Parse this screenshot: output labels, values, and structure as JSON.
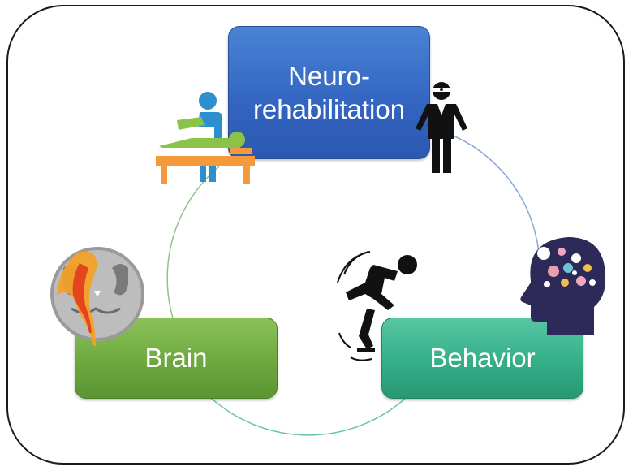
{
  "nodes": {
    "neuro": {
      "label": "Neuro-\nrehabilitation",
      "color": "#3a6fc8"
    },
    "brain": {
      "label": "Brain",
      "color": "#6aa63c"
    },
    "behavior": {
      "label": "Behavior",
      "color": "#32ad86"
    }
  },
  "icons": {
    "therapist": "physiotherapy-icon",
    "doctor": "doctor-icon",
    "mri": "brain-mri-icon",
    "falling": "falling-person-icon",
    "head": "head-gears-icon"
  },
  "cycle_colors": {
    "left": "#8fc38a",
    "right": "#8aa8d8",
    "bottom": "#66c4a6"
  }
}
